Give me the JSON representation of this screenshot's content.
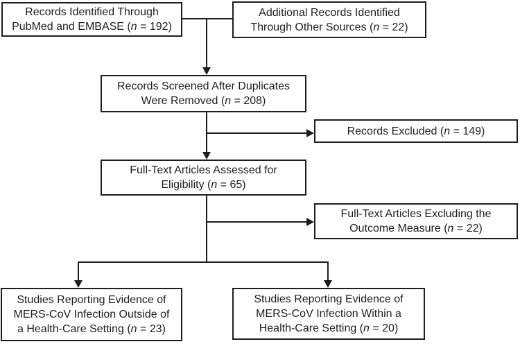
{
  "diagram": {
    "background_color": "#ffffff",
    "ink_color": "#1d1d1d",
    "icons": {
      "arrowhead_down": "triangle-down",
      "arrowhead_right": "triangle-right"
    },
    "boxes": {
      "identified": {
        "lines": [
          "Records Identified Through",
          "PubMed and EMBASE (n = 192)"
        ]
      },
      "additional": {
        "lines": [
          "Additional Records Identified",
          "Through Other Sources (n = 22)"
        ]
      },
      "screened": {
        "lines": [
          "Records Screened After Duplicates",
          "Were Removed (n = 208)"
        ]
      },
      "excluded": {
        "lines": [
          "Records Excluded (n = 149)"
        ]
      },
      "fulltext": {
        "lines": [
          "Full-Text Articles Assessed for",
          "Eligibility (n = 65)"
        ]
      },
      "fulltext_excluded": {
        "lines": [
          "Full-Text Articles Excluding the",
          "Outcome Measure (n = 22)"
        ]
      },
      "outside_healthcare": {
        "lines": [
          "Studies Reporting Evidence of",
          "MERS-CoV Infection Outside of",
          "a Health-Care Setting (n = 23)"
        ]
      },
      "within_healthcare": {
        "lines": [
          "Studies Reporting Evidence of",
          "MERS-CoV Infection Within a",
          "Health-Care Setting (n = 20)"
        ]
      }
    }
  }
}
